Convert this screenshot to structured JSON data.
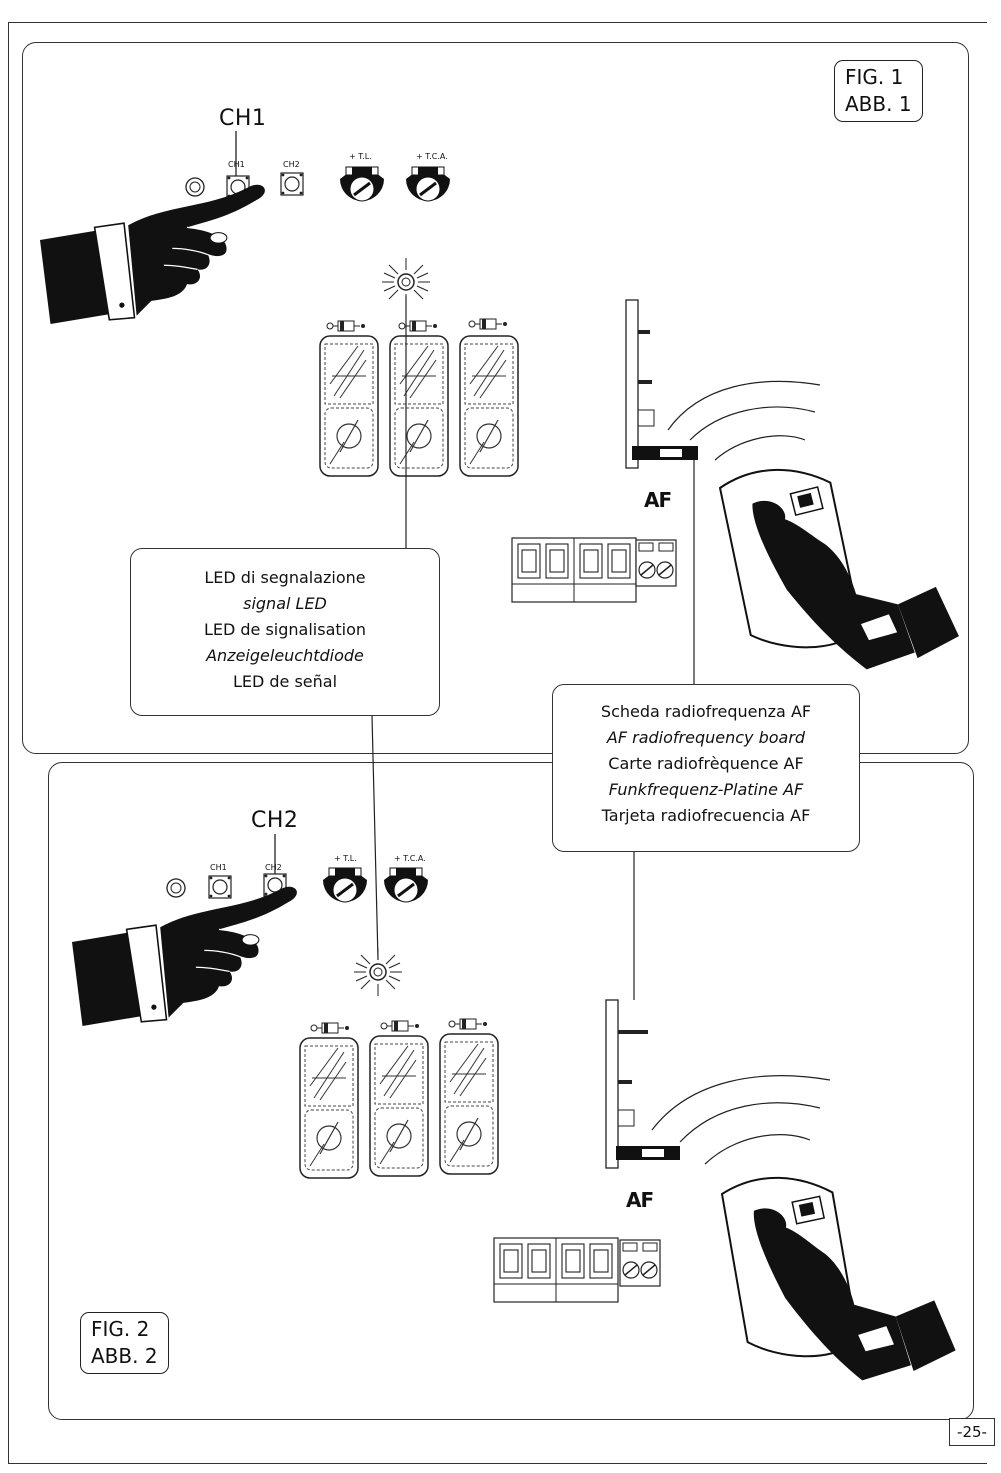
{
  "fig1": {
    "line1": "FIG. 1",
    "line2": "ABB. 1"
  },
  "fig2": {
    "line1": "FIG. 2",
    "line2": "ABB. 2"
  },
  "channels": {
    "ch1": "CH1",
    "ch2": "CH2"
  },
  "board_labels": {
    "ch1_small": "CH1",
    "ch2_small": "CH2",
    "tl": "+ T.L.",
    "tca": "+ T.C.A."
  },
  "led_callout": [
    {
      "text": "LED di segnalazione",
      "italic": false
    },
    {
      "text": "signal LED",
      "italic": true
    },
    {
      "text": "LED de signalisation",
      "italic": false
    },
    {
      "text": "Anzeigeleuchtdiode",
      "italic": true
    },
    {
      "text": "LED de señal",
      "italic": false
    }
  ],
  "af_callout": [
    {
      "text": "Scheda radiofrequenza AF",
      "italic": false
    },
    {
      "text": "AF radiofrequency board",
      "italic": true
    },
    {
      "text": "Carte radiofrèquence AF",
      "italic": false
    },
    {
      "text": "Funkfrequenz-Platine AF",
      "italic": true
    },
    {
      "text": "Tarjeta radiofrecuencia AF",
      "italic": false
    }
  ],
  "af_label": "AF",
  "page_number": "-25-"
}
